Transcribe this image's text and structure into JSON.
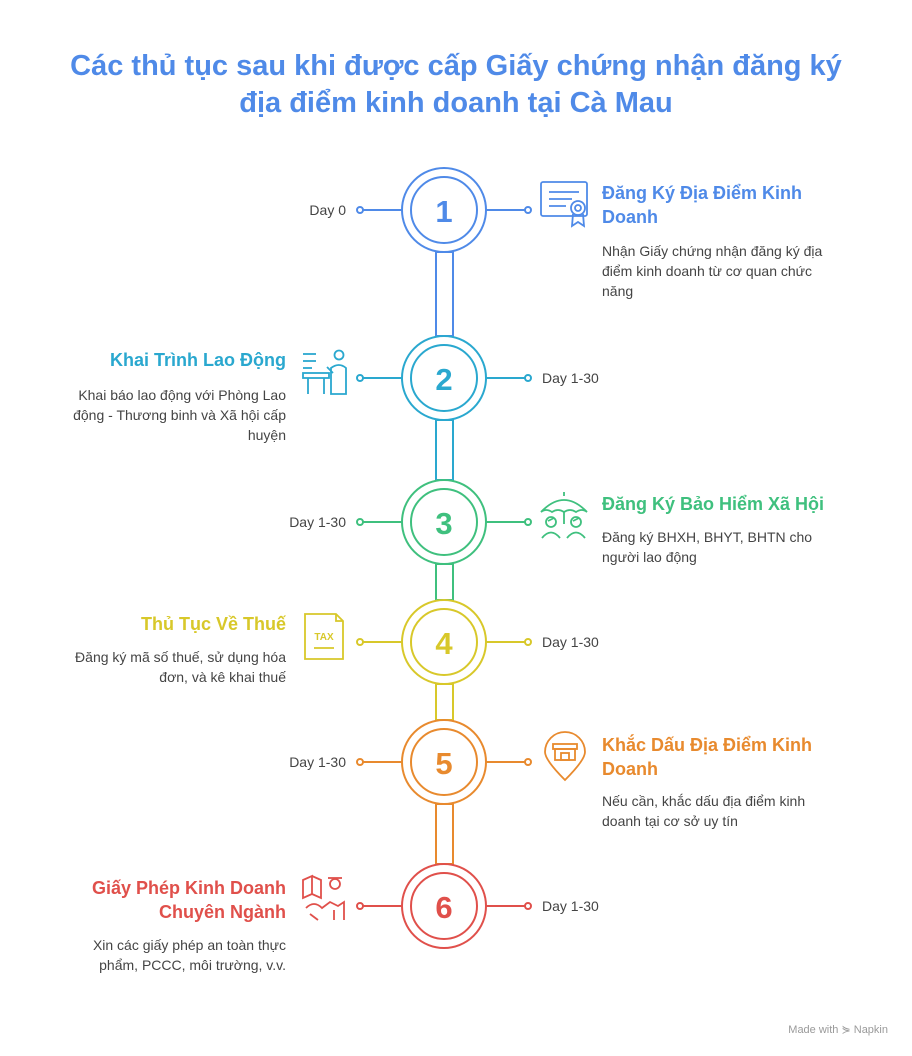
{
  "title": {
    "line1": "Các thủ tục sau khi được cấp Giấy chứng nhận đăng ký",
    "line2": "địa điểm kinh doanh tại Cà Mau"
  },
  "colors": {
    "step1": "#4f8ae8",
    "step2": "#2aa8cf",
    "step3": "#3fc07e",
    "step4": "#d8c82a",
    "step5": "#e88a2e",
    "step6": "#e0504b"
  },
  "steps": [
    {
      "number": "1",
      "day": "Day 0",
      "heading_lines": [
        "Đăng Ký Địa Điểm Kinh",
        "Doanh"
      ],
      "desc_lines": [
        "Nhận Giấy chứng nhận đăng ký địa",
        "điểm kinh doanh từ cơ quan chức",
        "năng"
      ],
      "icon": "certificate-icon"
    },
    {
      "number": "2",
      "day": "Day 1-30",
      "heading_lines": [
        "Khai Trình Lao Động"
      ],
      "desc_lines": [
        "Khai báo lao động với Phòng Lao",
        "động - Thương binh và Xã hội cấp",
        "huyện"
      ],
      "icon": "worker-desk-icon"
    },
    {
      "number": "3",
      "day": "Day 1-30",
      "heading_lines": [
        "Đăng Ký Bảo Hiểm Xã Hội"
      ],
      "desc_lines": [
        "Đăng ký BHXH, BHYT, BHTN cho",
        "người lao động"
      ],
      "icon": "umbrella-people-icon"
    },
    {
      "number": "4",
      "day": "Day 1-30",
      "heading_lines": [
        "Thủ Tục Về Thuế"
      ],
      "desc_lines": [
        "Đăng ký mã số thuế, sử dụng hóa",
        "đơn, và kê khai thuế"
      ],
      "icon": "tax-document-icon",
      "icon_text": "TAX"
    },
    {
      "number": "5",
      "day": "Day 1-30",
      "heading_lines": [
        "Khắc Dấu Địa Điểm Kinh",
        "Doanh"
      ],
      "desc_lines": [
        "Nếu cần, khắc dấu địa điểm kinh",
        "doanh tại cơ sở uy tín"
      ],
      "icon": "store-pin-icon"
    },
    {
      "number": "6",
      "day": "Day 1-30",
      "heading_lines": [
        "Giấy Phép Kinh Doanh",
        "Chuyên Ngành"
      ],
      "desc_lines": [
        "Xin các giấy phép an toàn thực",
        "phẩm, PCCC, môi trường, v.v."
      ],
      "icon": "license-handshake-icon"
    }
  ],
  "footer": "Made with ⋟ Napkin"
}
